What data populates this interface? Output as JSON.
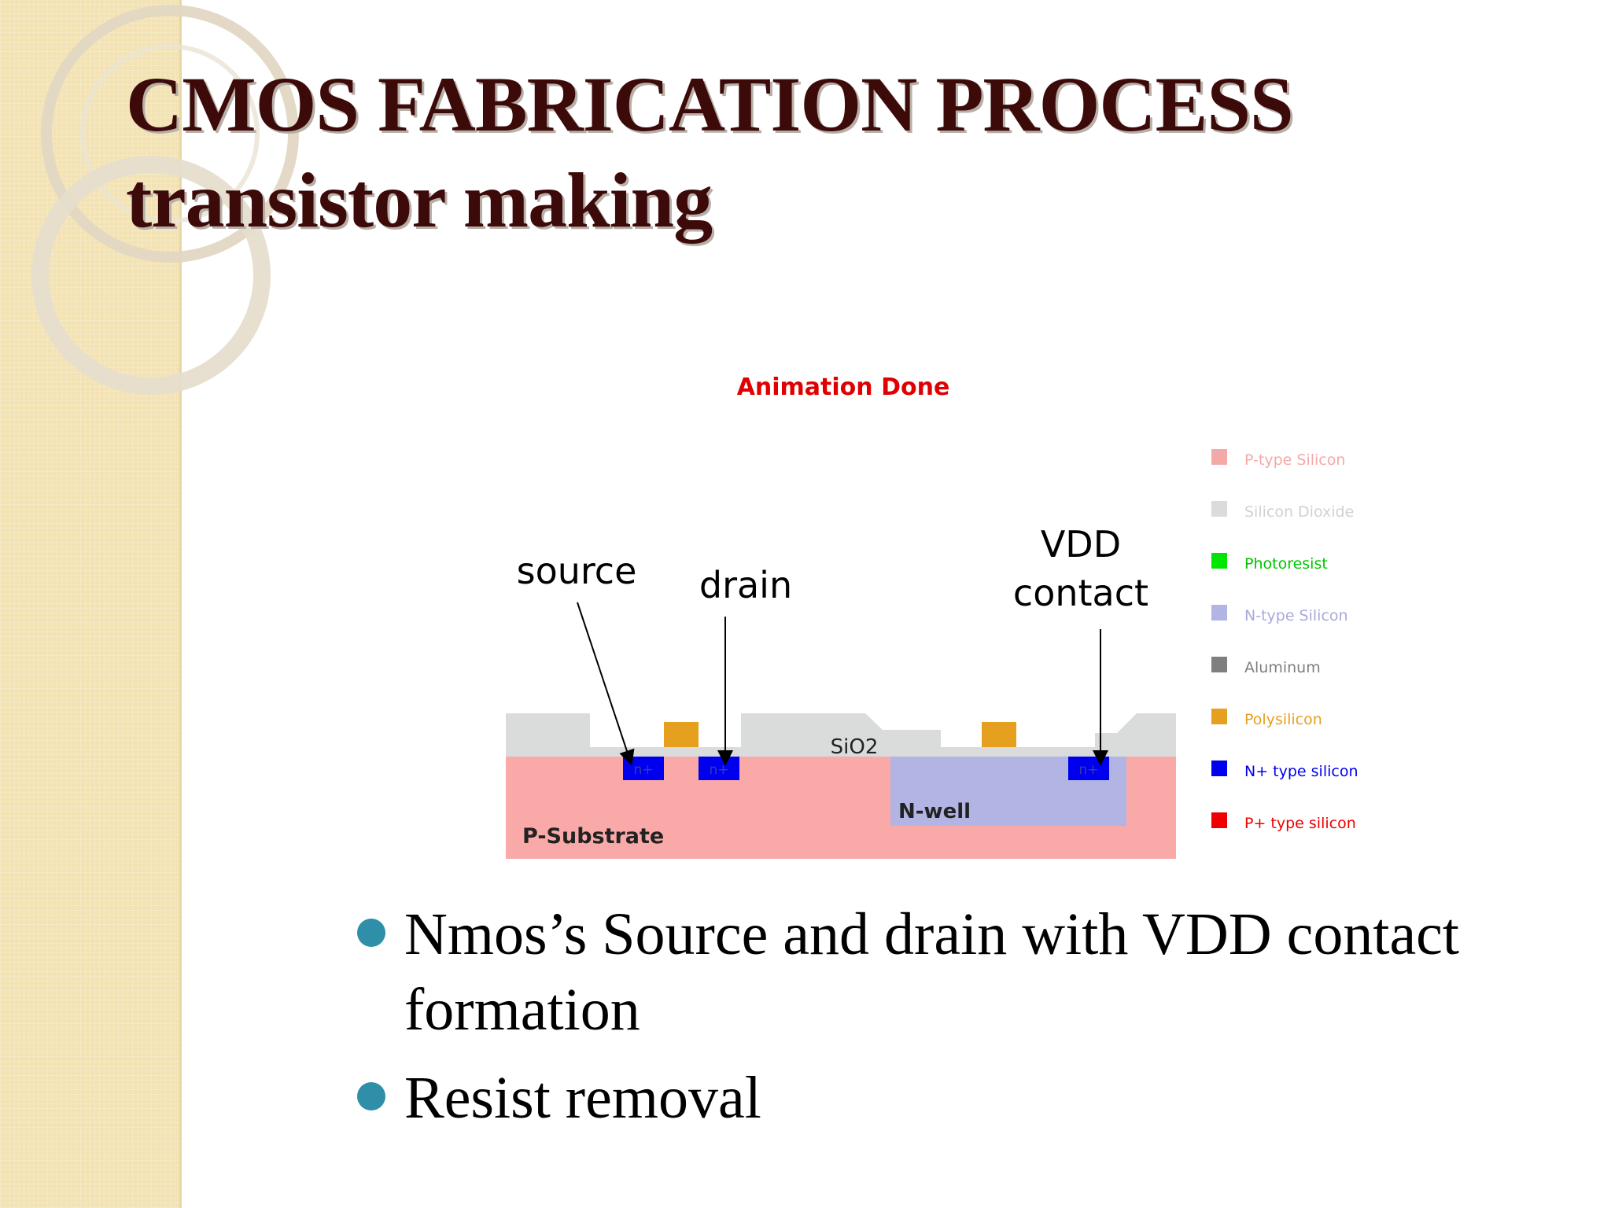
{
  "slide": {
    "title_line1": "CMOS FABRICATION  PROCESS",
    "title_line2": "transistor making"
  },
  "diagram": {
    "status_text": "Animation Done",
    "callouts": {
      "source": "source",
      "drain": "drain",
      "vdd_line1": "VDD",
      "vdd_line2": "contact"
    },
    "labels": {
      "sio2": "SiO2",
      "nwell": "N-well",
      "substrate": "P-Substrate",
      "nplus": "n+"
    },
    "legend": [
      {
        "label": "P-type Silicon",
        "color": "#f4a9a8"
      },
      {
        "label": "Silicon Dioxide",
        "color": "#d9dcdb"
      },
      {
        "label": "Photoresist",
        "color": "#00e600"
      },
      {
        "label": "N-type Silicon",
        "color": "#b2b4e4"
      },
      {
        "label": "Aluminum",
        "color": "#7f7f7f"
      },
      {
        "label": "Polysilicon",
        "color": "#e6a020"
      },
      {
        "label": "N+ type silicon",
        "color": "#0000ee"
      },
      {
        "label": "P+ type silicon",
        "color": "#ee0000"
      }
    ]
  },
  "bullets": [
    "Nmos’s Source and drain with VDD contact formation",
    "Resist removal"
  ]
}
